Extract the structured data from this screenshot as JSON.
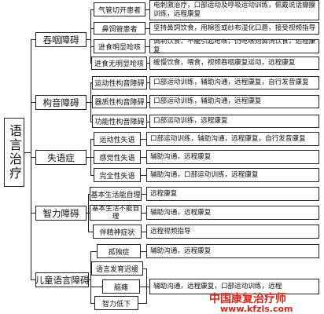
{
  "root": "语言治疗",
  "categories": [
    {
      "label": "吞咽障碍",
      "children": [
        {
          "label": "气管切开患者",
          "detail": "电刺激治疗，口部运动及呼吸运动训练，佩戴说话瓣膜训练，远程康复"
        },
        {
          "label": "鼻饲管患者",
          "detail": "坚持鼻饲饮食，用棉签或纱布湿化口唇，接受视频指导"
        },
        {
          "label": "进食明显呛咳",
          "detail": "调制饮食，不能引起呛咳，仍呛咳则鼻饲饮食，远程康复"
        },
        {
          "label": "进食无明显呛咳",
          "detail": "缓慢饮食，喂食，视频吞咽康复运动，远程康复"
        }
      ]
    },
    {
      "label": "构音障碍",
      "children": [
        {
          "label": "运动性构音障碍",
          "detail": "口部运动训练，辅助沟通，远程康复，自行发音康复"
        },
        {
          "label": "器质性构音障碍",
          "detail": "口部运动训练，辅助沟通，远程康复"
        },
        {
          "label": "功能性构音障碍",
          "detail": "口部运动训练，远程康复"
        }
      ]
    },
    {
      "label": "失语症",
      "children": [
        {
          "label": "运动性失语",
          "detail": "口部运动训练，辅助沟通，远程康复，自行发音康复"
        },
        {
          "label": "感觉性失语",
          "detail": "辅助沟通，远程康复"
        },
        {
          "label": "完全性失语",
          "detail": "辅助沟通，口部运动训练，远程康复"
        }
      ]
    },
    {
      "label": "智力障碍",
      "children": [
        {
          "label": "基本生活能自理",
          "detail": "远程康复"
        },
        {
          "label": "基本生活不能自理",
          "detail": "辅助沟通，远程康复"
        },
        {
          "label": "伴精神症状",
          "detail": "远程视频指导"
        }
      ]
    },
    {
      "label": "儿童语言障碍",
      "children": [
        {
          "label": "孤独症",
          "detail": "辅助沟通，远程康复"
        },
        {
          "label": "语言发育迟缓",
          "detail": ""
        },
        {
          "label": "脑瘫",
          "detail": "辅助沟通，远程康复，口部运动训练，远程"
        },
        {
          "label": "智力低下",
          "detail": ""
        }
      ]
    }
  ],
  "watermark": {
    "line1": "中国康复治疗师",
    "line2": "www.kfzls.com"
  }
}
